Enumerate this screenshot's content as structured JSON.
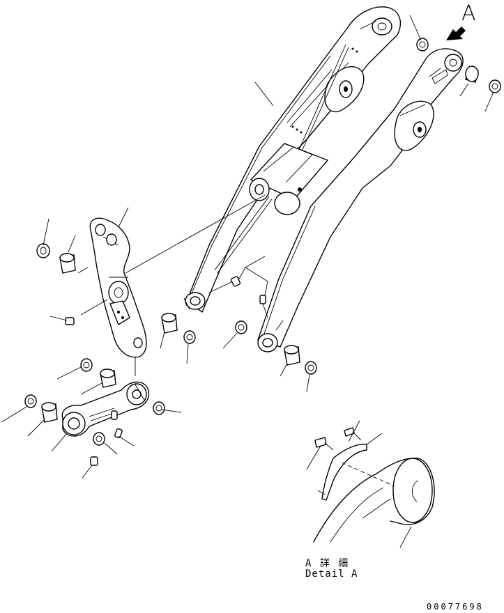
{
  "drawing": {
    "view_letter": "A",
    "detail_label_jp": "A 詳 細",
    "detail_label_en": "Detail A",
    "drawing_number": "00077698"
  }
}
